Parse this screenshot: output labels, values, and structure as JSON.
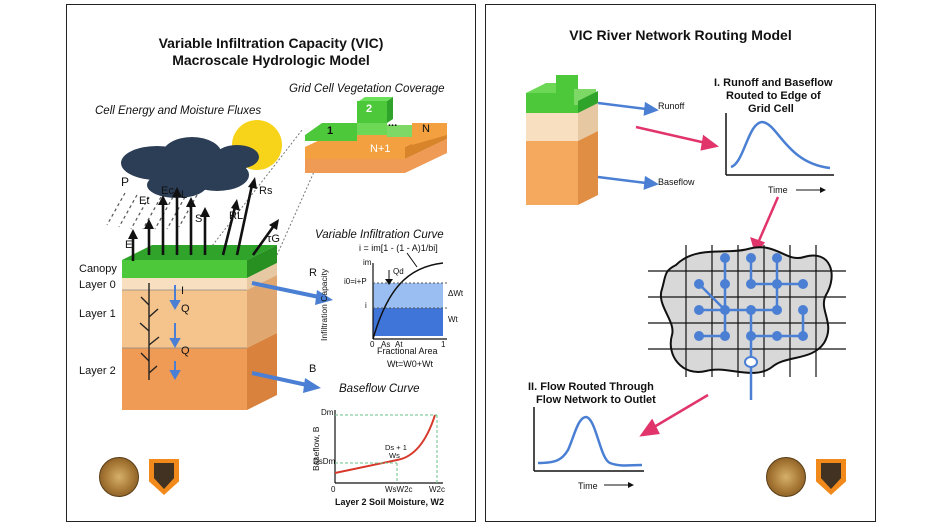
{
  "left": {
    "title_line1": "Variable Infiltration Capacity (VIC)",
    "title_line2": "Macroscale Hydrologic Model",
    "energy_title": "Cell Energy and Moisture Fluxes",
    "vegetation_title": "Grid Cell Vegetation Coverage",
    "veg_tiles": [
      "2",
      "1",
      "...",
      "N",
      "N+1"
    ],
    "flux_labels": [
      "P",
      "Et",
      "Ec",
      "L",
      "S",
      "RL",
      "Rs",
      "τG",
      "E"
    ],
    "layers": [
      "Canopy",
      "Layer 0",
      "Layer 1",
      "Layer 2"
    ],
    "flow_labels": [
      "I",
      "Q",
      "Q",
      "R",
      "B"
    ],
    "infiltration_title": "Variable Infiltration Curve",
    "infiltration_equation": "i = im[1 - (1 - A)1/bi]",
    "infiltration_ylabel": "Infiltration Capacity",
    "infiltration_xlabel": "Fractional Area",
    "infiltration_marks": [
      "im",
      "i0=i+P",
      "i",
      "Qd",
      "ΔWt",
      "Wt",
      "0",
      "As",
      "At",
      "1"
    ],
    "infiltration_footer": "Wt=W0+Wt",
    "baseflow_title": "Baseflow Curve",
    "baseflow_ylabel": "Baseflow, B",
    "baseflow_xlabel": "Layer 2 Soil Moisture, W2",
    "baseflow_marks": [
      "Dm",
      "DsDm",
      "0",
      "WsW2c",
      "W2c",
      "Ds + 1",
      "Ws"
    ]
  },
  "right": {
    "title": "VIC River Network Routing Model",
    "step1_line1": "I. Runoff and Baseflow",
    "step1_line2": "Routed to Edge of",
    "step1_line3": "Grid Cell",
    "runoff_label": "Runoff",
    "baseflow_label": "Baseflow",
    "time_label1": "Time",
    "step2_line1": "II. Flow Routed Through",
    "step2_line2": "Flow Network to Outlet",
    "time_label2": "Time"
  },
  "colors": {
    "grass": "#4cc83a",
    "soil_top": "#f7dfc0",
    "soil_mid": "#f5b37a",
    "soil_bottom": "#ef9a55",
    "arrow_blue": "#4a7fd4",
    "arrow_red": "#e0346a",
    "curve_blue": "#4a7fd4",
    "sun": "#f7d31a",
    "cloud": "#2c3e55"
  }
}
